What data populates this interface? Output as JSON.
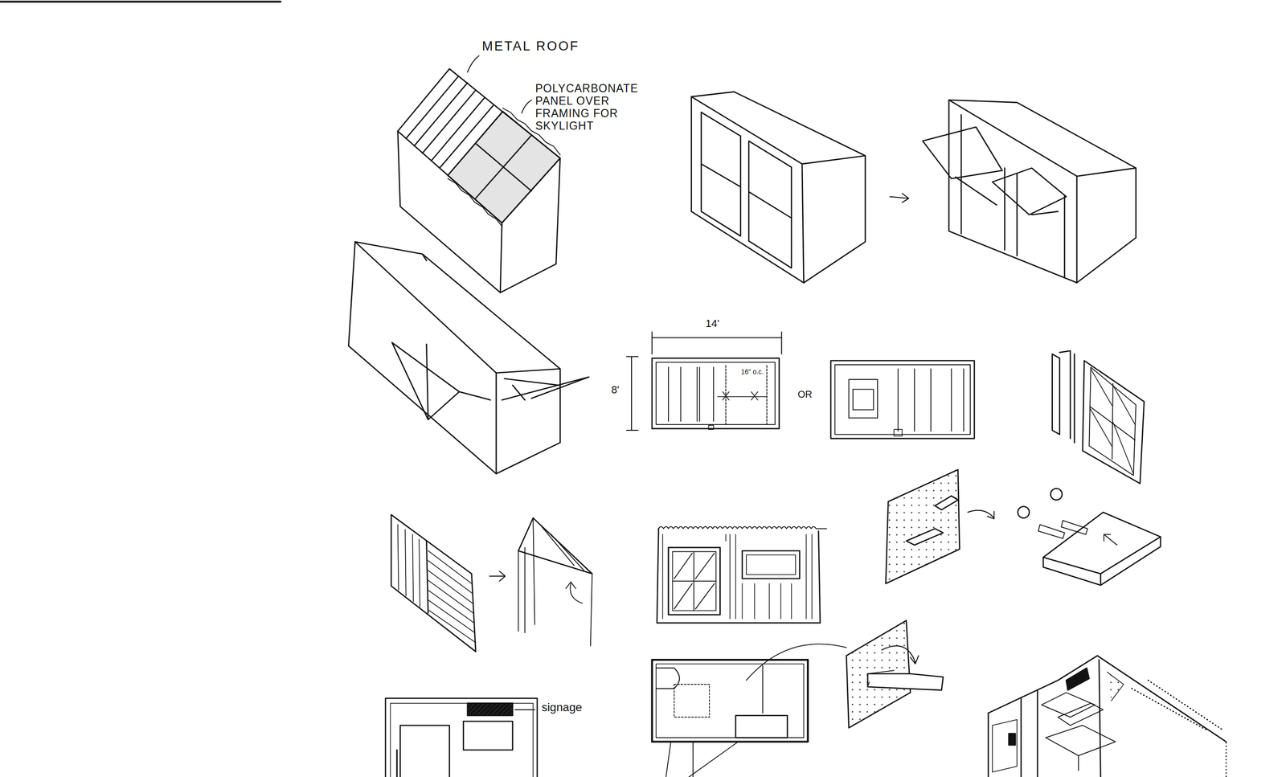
{
  "diagram": {
    "labels": [
      "METAL ROOF",
      "POLYCARBONATE PANEL OVER FRAMING FOR SKYLIGHT",
      "14'",
      "8'",
      "16\" o.c.",
      "OR",
      "signage"
    ]
  }
}
